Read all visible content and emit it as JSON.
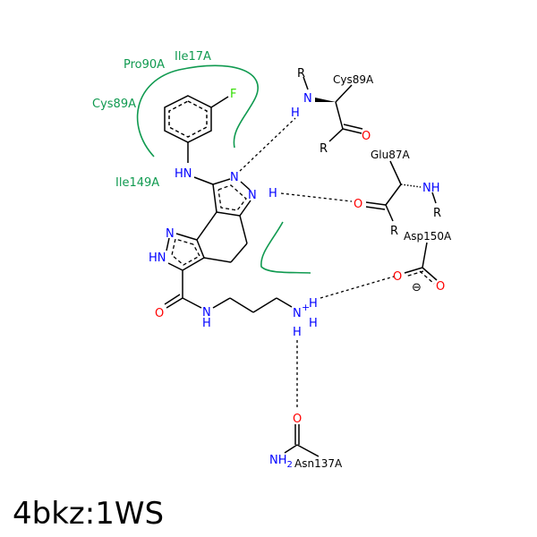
{
  "title": "4bkz:1WS",
  "residues": {
    "pro90": "Pro90A",
    "ile17": "Ile17A",
    "cys89_hydro": "Cys89A",
    "ile149": "Ile149A",
    "cys89": "Cys89A",
    "glu87": "Glu87A",
    "asp150": "Asp150A",
    "asn137": "Asn137A"
  },
  "atoms": {
    "F": "F",
    "N": "N",
    "HN": "HN",
    "H": "H",
    "O": "O",
    "R": "R",
    "NH": "NH",
    "NH2_sub": "2",
    "plus": "+",
    "minus": "⊖"
  },
  "colors": {
    "nitrogen": "#0000ff",
    "oxygen": "#ff0000",
    "fluorine": "#33dd00",
    "hydrophobic": "#109a50"
  }
}
